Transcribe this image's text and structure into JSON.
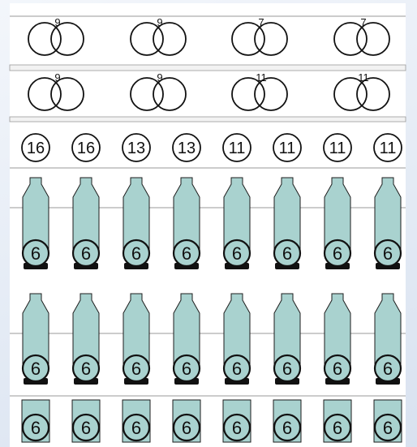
{
  "colors": {
    "background": "#e6ecf5",
    "panel": "#ffffff",
    "line": "#9a9a9a",
    "stroke": "#111111",
    "bottle_fill": "#a9d2cf",
    "bottle_stroke": "#1c1c1c",
    "base": "#111111"
  },
  "rows": [
    {
      "kind": "bowl-pairs",
      "items": [
        {
          "label": "9"
        },
        {
          "label": "9"
        },
        {
          "label": "7"
        },
        {
          "label": "7"
        }
      ]
    },
    {
      "kind": "bowl-pairs",
      "items": [
        {
          "label": "9"
        },
        {
          "label": "9"
        },
        {
          "label": "11"
        },
        {
          "label": "11"
        }
      ]
    },
    {
      "kind": "circles",
      "items": [
        {
          "label": "16"
        },
        {
          "label": "16"
        },
        {
          "label": "13"
        },
        {
          "label": "13"
        },
        {
          "label": "11"
        },
        {
          "label": "11"
        },
        {
          "label": "11"
        },
        {
          "label": "11"
        }
      ]
    },
    {
      "kind": "bottles",
      "items": [
        {
          "label": "6"
        },
        {
          "label": "6"
        },
        {
          "label": "6"
        },
        {
          "label": "6"
        },
        {
          "label": "6"
        },
        {
          "label": "6"
        },
        {
          "label": "6"
        },
        {
          "label": "6"
        }
      ]
    },
    {
      "kind": "bottles",
      "items": [
        {
          "label": "6"
        },
        {
          "label": "6"
        },
        {
          "label": "6"
        },
        {
          "label": "6"
        },
        {
          "label": "6"
        },
        {
          "label": "6"
        },
        {
          "label": "6"
        },
        {
          "label": "6"
        }
      ]
    },
    {
      "kind": "jars",
      "items": [
        {
          "label": "6"
        },
        {
          "label": "6"
        },
        {
          "label": "6"
        },
        {
          "label": "6"
        },
        {
          "label": "6"
        },
        {
          "label": "6"
        },
        {
          "label": "6"
        },
        {
          "label": "6"
        }
      ]
    }
  ]
}
